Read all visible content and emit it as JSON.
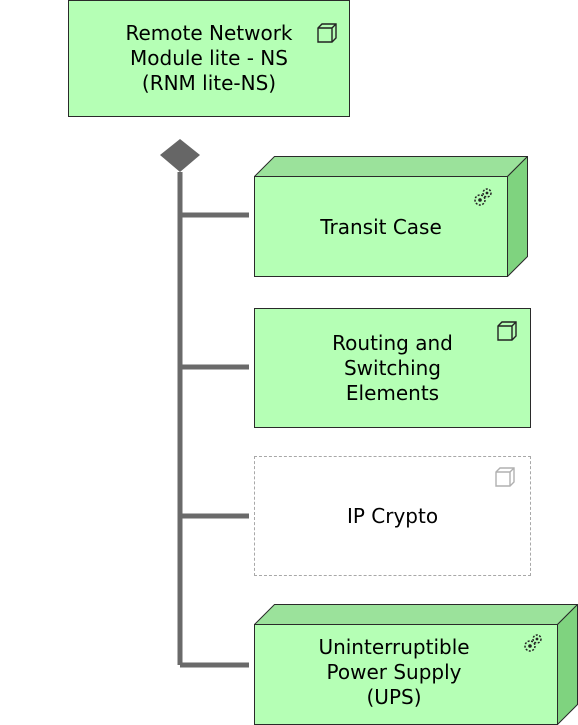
{
  "diagram": {
    "root": {
      "label": "Remote Network\nModule lite - NS\n(RNM lite-NS)",
      "icon": "device-icon"
    },
    "children": [
      {
        "label": "Transit Case",
        "icon": "equipment-icon",
        "style": "node"
      },
      {
        "label": "Routing and\nSwitching\nElements",
        "icon": "device-icon",
        "style": "box"
      },
      {
        "label": "IP Crypto",
        "icon": "device-icon",
        "style": "dashed"
      },
      {
        "label": "Uninterruptible\nPower Supply\n(UPS)",
        "icon": "equipment-icon",
        "style": "node"
      }
    ],
    "relation": "composition",
    "colors": {
      "fill": "#b5ffb5",
      "node_side": "#7fd37f",
      "connector": "#6a6a6a",
      "dashed": "#a8a8a8"
    }
  }
}
